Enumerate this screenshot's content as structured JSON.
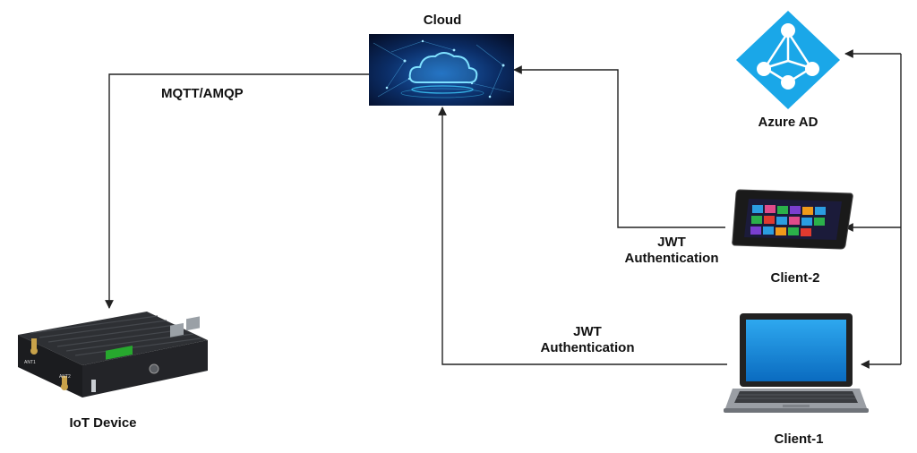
{
  "nodes": {
    "cloud": {
      "label": "Cloud"
    },
    "azure_ad": {
      "label": "Azure AD"
    },
    "client_2": {
      "label": "Client-2"
    },
    "client_1": {
      "label": "Client-1"
    },
    "iot_device": {
      "label": "IoT Device",
      "port_labels": [
        "ANT1",
        "ANT2"
      ]
    }
  },
  "edges": {
    "cloud_iot": {
      "label": "MQTT/AMQP"
    },
    "client2_cloud": {
      "line1": "JWT",
      "line2": "Authentication"
    },
    "client1_cloud": {
      "line1": "JWT",
      "line2": "Authentication"
    }
  },
  "colors": {
    "wire": "#222222",
    "azure": "#1aa7e8",
    "cloud_bg": "#071a3a",
    "cloud_glow": "#3fd0ff"
  }
}
